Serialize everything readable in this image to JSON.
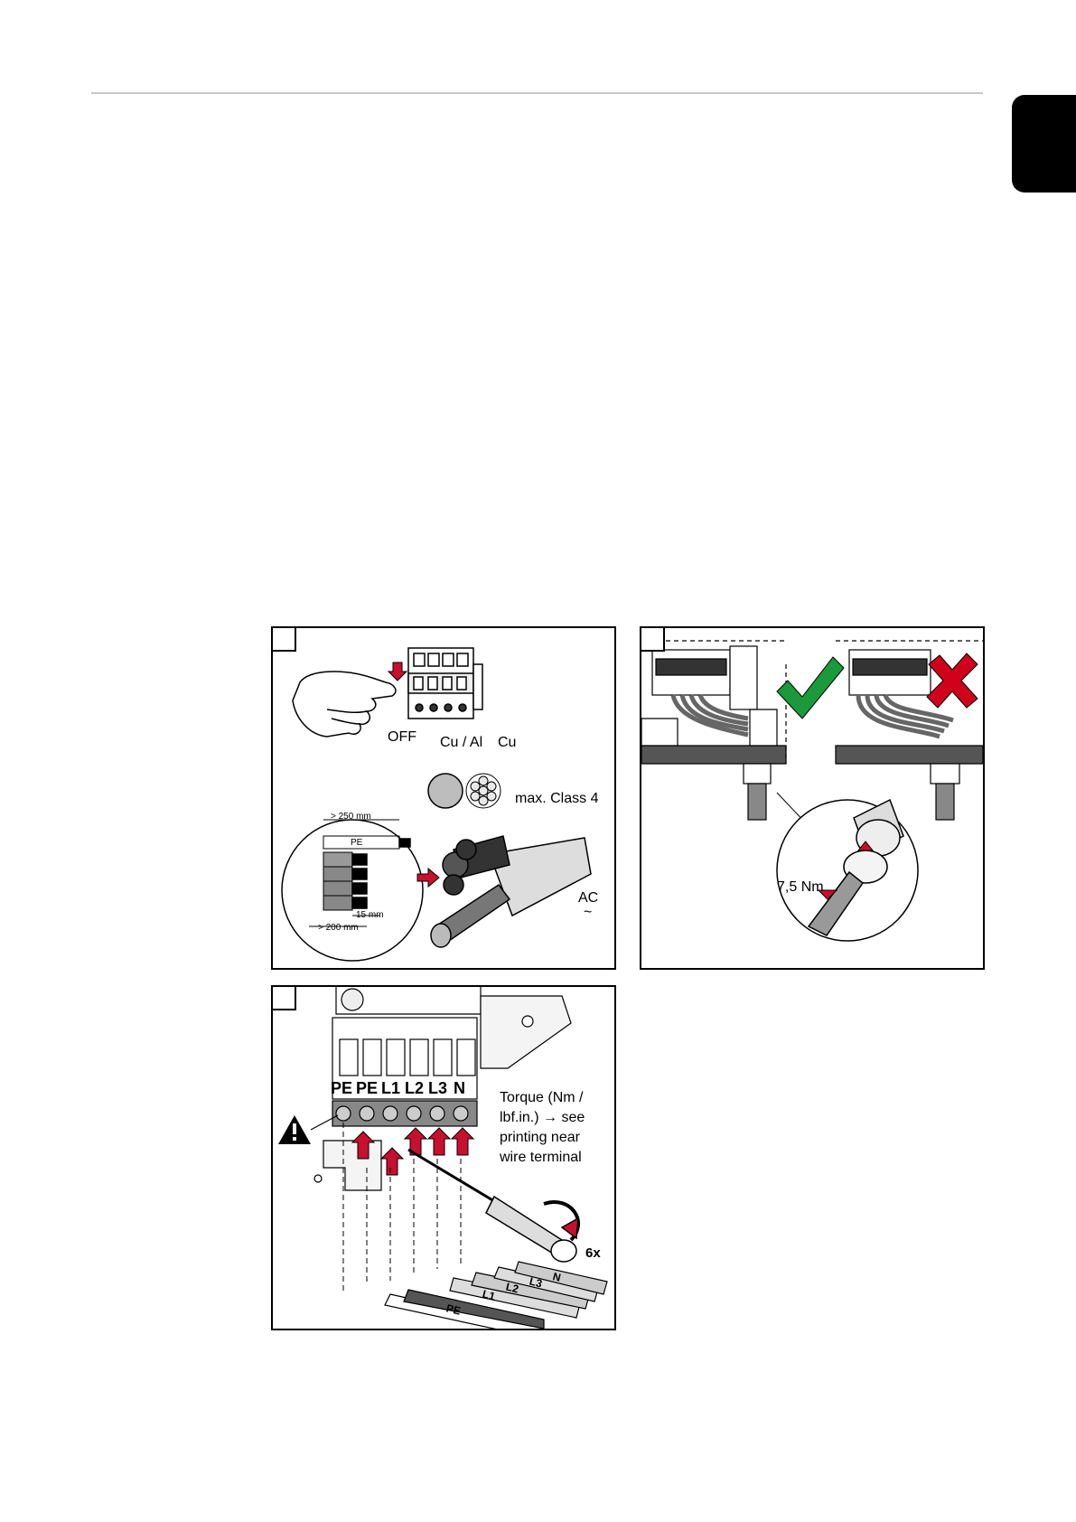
{
  "panel1": {
    "off_label": "OFF",
    "conductor_cu_al": "Cu / Al",
    "conductor_cu": "Cu",
    "class_label": "max. Class 4",
    "dim_250": "> 250 mm",
    "dim_pe": "PE",
    "dim_15": "15 mm",
    "dim_200": "> 200 mm",
    "ac_label": "AC",
    "ac_symbol": "~",
    "cable_pe": "PE"
  },
  "panel2": {
    "torque_label": "7,5 Nm"
  },
  "panel3": {
    "terminals": [
      "PE",
      "PE",
      "L1",
      "L2",
      "L3",
      "N"
    ],
    "torque_note": [
      "Torque (Nm /",
      "lbf.in.) → see",
      "printing near",
      "wire terminal"
    ],
    "repeat_label": "6x",
    "wire_labels": [
      "PE",
      "L1",
      "L2",
      "L3",
      "N"
    ]
  },
  "colors": {
    "arrow_red": "#c8102e",
    "check_green": "#1a9a3a",
    "cross_red": "#d0021b"
  },
  "icons": [
    "hand-icon",
    "circuit-breaker-icon",
    "checkmark-icon",
    "cross-icon",
    "warning-icon",
    "screwdriver-icon"
  ]
}
